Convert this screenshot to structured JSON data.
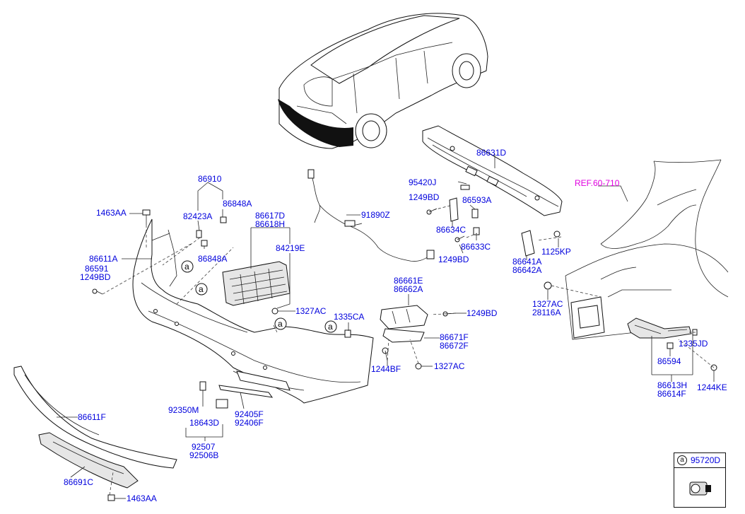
{
  "colors": {
    "part_label": "#0000dd",
    "ref_label": "#e000e0",
    "line": "#222222"
  },
  "ref_label": "REF.60-710",
  "callout_letter": "a",
  "legend": {
    "letter": "a",
    "code": "95720D"
  },
  "labels": {
    "p86910": "86910",
    "p82423A": "82423A",
    "p86848A_top": "86848A",
    "p86848A_mid": "86848A",
    "p1463AA_top": "1463AA",
    "p86611A": "86611A",
    "p86591": "86591",
    "p1249BD_left": "1249BD",
    "p86617D": "86617D",
    "p86618H": "86618H",
    "p84219E": "84219E",
    "p1327AC_mid": "1327AC",
    "p1335CA": "1335CA",
    "p91890Z": "91890Z",
    "p86631D": "86631D",
    "p95420J": "95420J",
    "p1249BD_upper": "1249BD",
    "p86593A": "86593A",
    "p86634C": "86634C",
    "p86633C": "86633C",
    "p1249BD_mid": "1249BD",
    "p86641A": "86641A",
    "p86642A": "86642A",
    "p1125KP": "1125KP",
    "p86661E": "86661E",
    "p86662A": "86662A",
    "p1249BD_right": "1249BD",
    "p86671F": "86671F",
    "p86672F": "86672F",
    "p1244BF": "1244BF",
    "p1327AC_low": "1327AC",
    "p1327AC_right": "1327AC",
    "p28116A": "28116A",
    "p1335JD": "1335JD",
    "p86594": "86594",
    "p86613H": "86613H",
    "p86614F": "86614F",
    "p1244KE": "1244KE",
    "p86611F": "86611F",
    "p86691C": "86691C",
    "p1463AA_bottom": "1463AA",
    "p92350M": "92350M",
    "p18643D": "18643D",
    "p92507": "92507",
    "p92506B": "92506B",
    "p92405F": "92405F",
    "p92406F": "92406F"
  }
}
